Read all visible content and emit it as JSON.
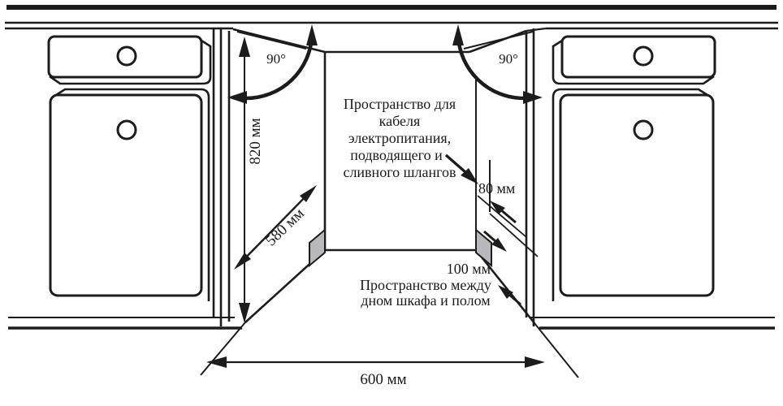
{
  "diagram": {
    "type": "dishwasher-installation-niche-diagram",
    "angles": {
      "left": "90°",
      "right": "90°"
    },
    "dimensions": {
      "niche_height": "820 мм",
      "niche_depth": "580 мм",
      "rear_gap": "80 мм",
      "floor_gap": "100 мм",
      "niche_width": "600 мм"
    },
    "annotations": {
      "cable_space": {
        "lines": [
          "Пространство для",
          "кабеля",
          "электропитания,",
          "подводящего и",
          "сливного шлангов"
        ]
      },
      "floor_space": {
        "lines": [
          "Пространство между",
          "дном шкафа и полом"
        ]
      }
    },
    "colors": {
      "line": "#1c1c1c",
      "shade": "#b9b9bd",
      "background": "#ffffff"
    }
  }
}
